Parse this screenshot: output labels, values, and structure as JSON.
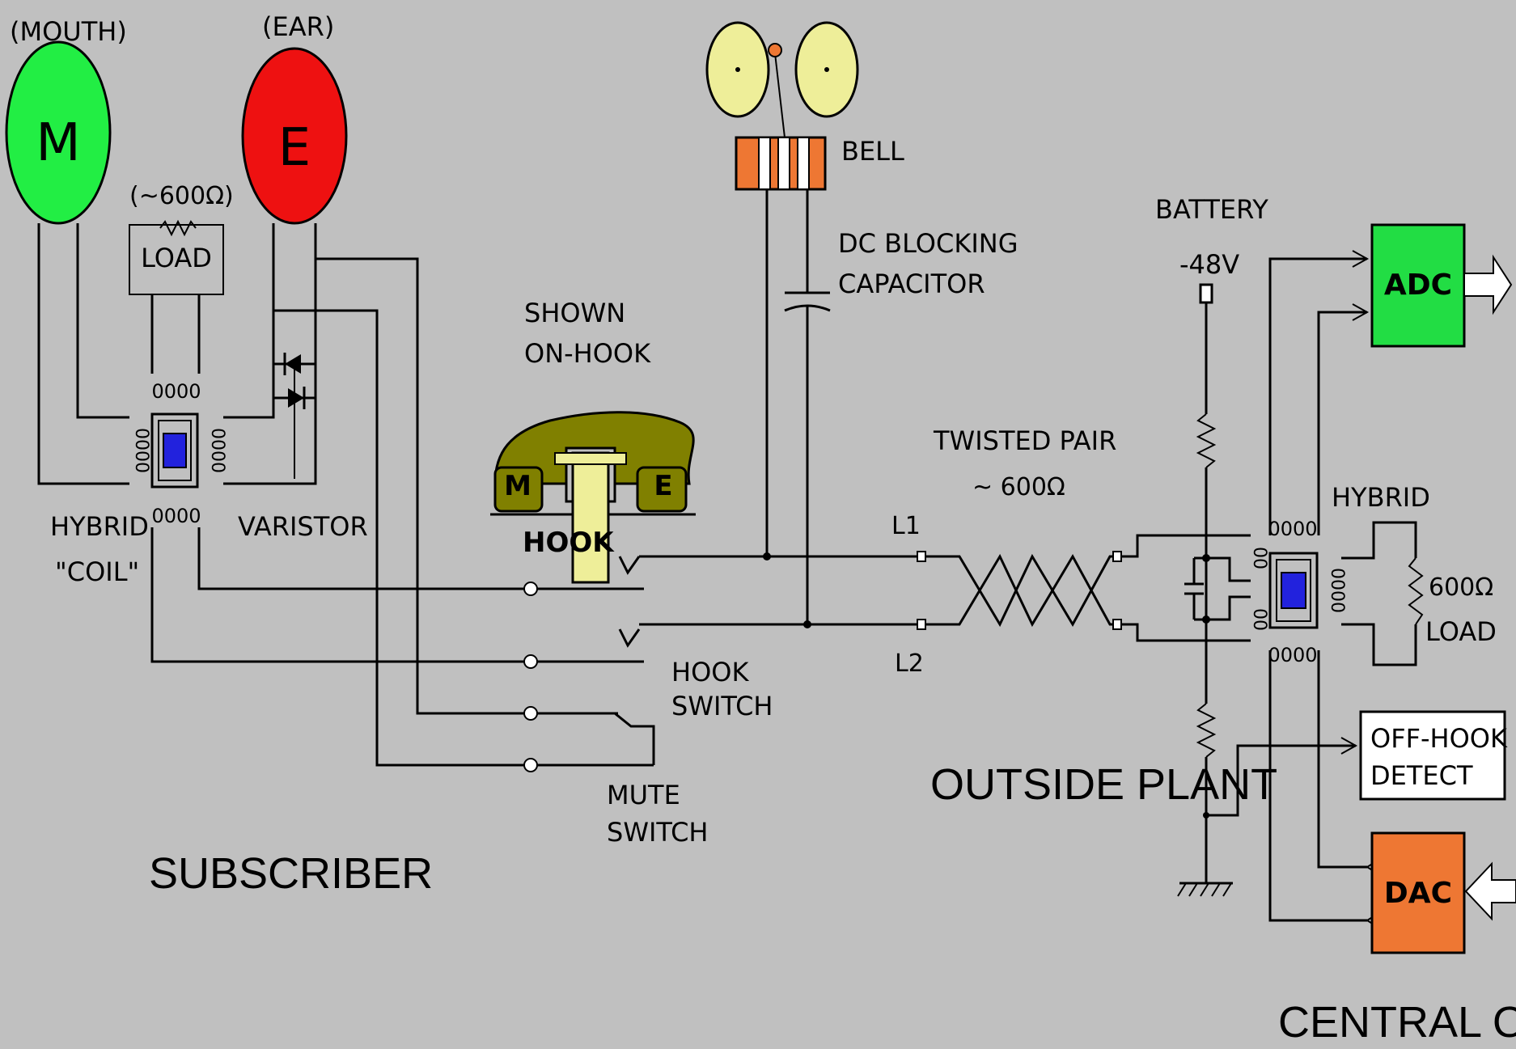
{
  "labels": {
    "mouth": "(MOUTH)",
    "mouth_letter": "M",
    "ear": "(EAR)",
    "ear_letter": "E",
    "load_value": "(~600Ω)",
    "load": "LOAD",
    "hybrid": "HYBRID",
    "coil": "\"COIL\"",
    "varistor": "VARISTOR",
    "shown": "SHOWN",
    "on_hook": "ON-HOOK",
    "handset_m": "M",
    "handset_e": "E",
    "hook": "HOOK",
    "bell": "BELL",
    "dc_blocking": "DC BLOCKING",
    "capacitor": "CAPACITOR",
    "twisted_pair": "TWISTED PAIR",
    "twisted_pair_value": "~ 600Ω",
    "l1": "L1",
    "l2": "L2",
    "hook_switch_1": "HOOK",
    "hook_switch_2": "SWITCH",
    "mute_switch_1": "MUTE",
    "mute_switch_2": "SWITCH",
    "subscriber": "SUBSCRIBER",
    "outside_plant": "OUTSIDE PLANT",
    "battery": "BATTERY",
    "battery_voltage": "-48V",
    "hybrid_co": "HYBRID",
    "co_load_value": "600Ω",
    "co_load": "LOAD",
    "adc": "ADC",
    "dac": "DAC",
    "off_hook_1": "OFF-HOOK",
    "off_hook_2": "DETECT",
    "central_office": "CENTRAL OFFICE"
  },
  "colors": {
    "background": "#c0c0c0",
    "mouth": "#22ee44",
    "ear": "#ee1111",
    "bell_gong": "#eeee99",
    "bell_coil": "#ee7733",
    "transformer_core": "#2222dd",
    "handset": "#808000",
    "hook": "#eeee99",
    "adc": "#22dd44",
    "dac": "#ee7733"
  }
}
